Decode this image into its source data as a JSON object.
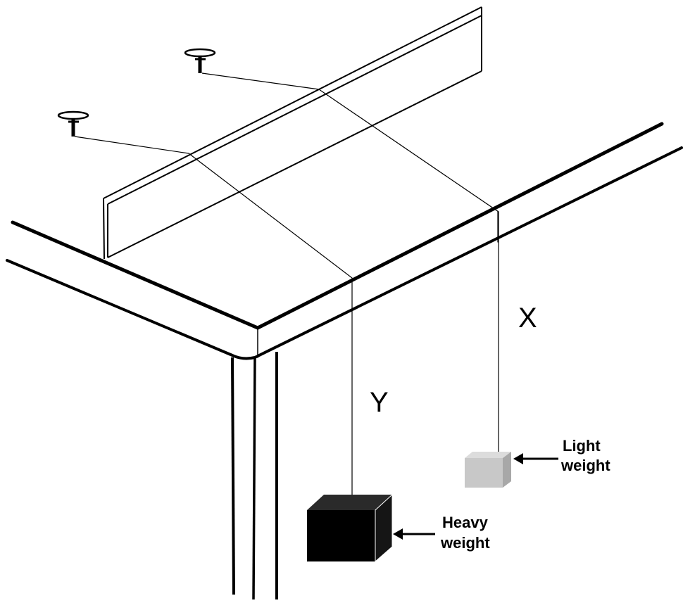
{
  "labels": {
    "x": "X",
    "y": "Y",
    "light_line1": "Light",
    "light_line2": "weight",
    "heavy_line1": "Heavy",
    "heavy_line2": "weight"
  },
  "colors": {
    "line": "#000000",
    "heavy_front": "#000000",
    "heavy_top": "#2a2a2a",
    "heavy_side": "#151515",
    "light_front": "#c8c8c8",
    "light_top": "#dcdcdc",
    "light_side": "#a8a8a8"
  },
  "icons": {
    "pin": "pushpin-icon",
    "arrow": "left-arrow-icon"
  }
}
